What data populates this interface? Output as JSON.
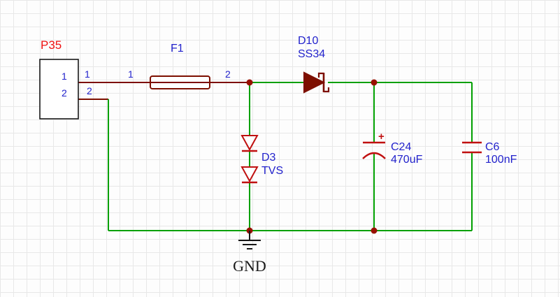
{
  "schematic": {
    "connector": {
      "label": "P35",
      "pin1_name": "1",
      "pin2_name": "2",
      "pin1_num": "1",
      "pin2_num": "2"
    },
    "fuse": {
      "label": "F1",
      "pin1": "1",
      "pin2": "2"
    },
    "diode": {
      "label": "D10",
      "part": "SS34"
    },
    "tvs": {
      "label": "D3",
      "part": "TVS"
    },
    "cap_polarized": {
      "label": "C24",
      "value": "470uF",
      "polarity": "+"
    },
    "cap": {
      "label": "C6",
      "value": "100nF"
    },
    "ground": {
      "label": "GND"
    }
  },
  "colors": {
    "wire_green": "#00a000",
    "wire_dark_red": "#7d0f00",
    "junction_dot": "#981000",
    "component_red": "#c01010",
    "designator_blue": "#2222cc",
    "connector_label_red": "#ee1111",
    "ground_black": "#181818",
    "grid_line": "#e8e8e8"
  }
}
